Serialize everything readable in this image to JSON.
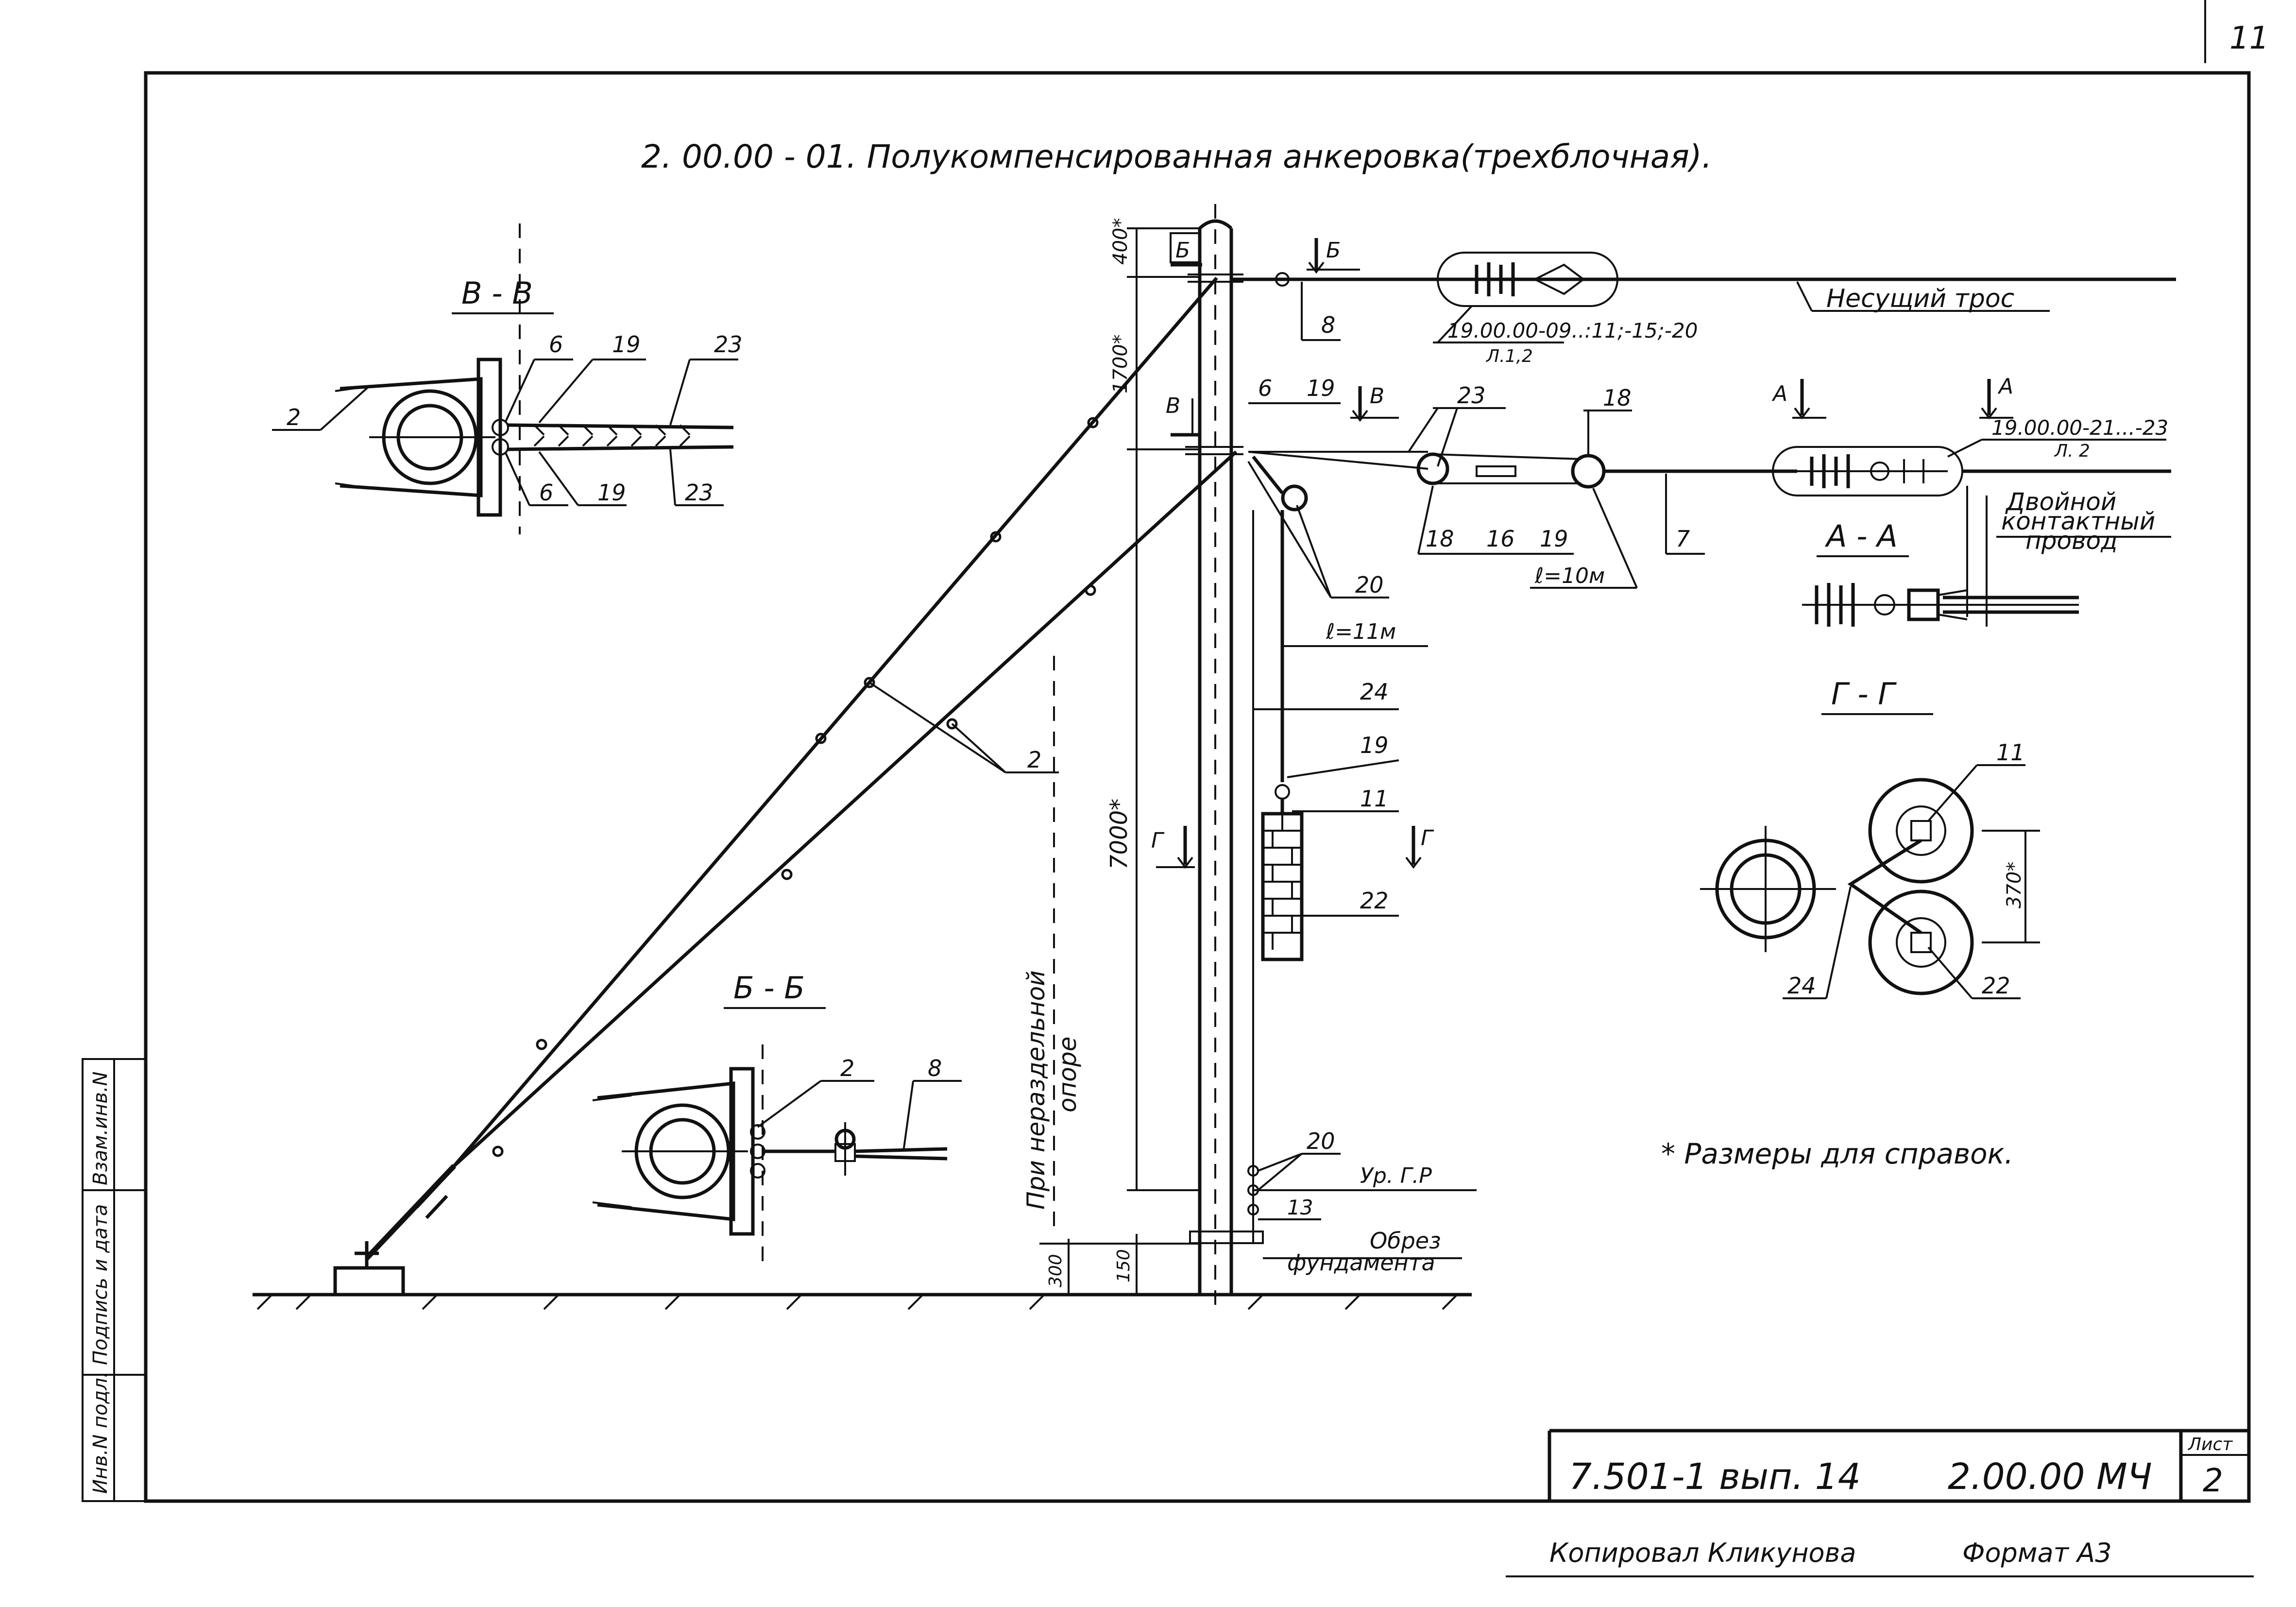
{
  "drawing": {
    "title": "2. 00.00 - 01. Полукомпенсированная анкеровка(трехблочная).",
    "page_corner_number": "11",
    "sections": {
      "vv": "В - В",
      "bb": "Б - Б",
      "aa": "А - А",
      "gg": "Г - Г"
    },
    "cut_marks": {
      "b": "Б",
      "v": "В",
      "a": "А",
      "g": "Г"
    },
    "callouts": {
      "c2": "2",
      "c6": "6",
      "c7": "7",
      "c8": "8",
      "c11": "11",
      "c13": "13",
      "c18": "18",
      "c19": "19",
      "c20": "20",
      "c22": "22",
      "c23": "23",
      "c24": "24"
    },
    "labels": {
      "carrier_cable": "Несущий трос",
      "contact_wire_line1": "Двойной",
      "contact_wire_line2": "контактный",
      "contact_wire_line3": "провод",
      "ref_insulator_upper": "19.00.00-09..:11;-15;-20",
      "ref_insulator_upper_sheet": "Л.1,2",
      "ref_insulator_lower": "19.00.00-21...-23",
      "ref_insulator_lower_sheet": "Л. 2",
      "len_10": "ℓ=10м",
      "len_11": "ℓ=11м",
      "ground_level": "Ур. Г.Р",
      "foundation_cut_1": "Обрез",
      "foundation_cut_2": "фундамента",
      "side_note_1": "При нераздельной",
      "side_note_2": "опоре",
      "ref_note": "* Размеры для справок."
    },
    "dimensions": {
      "d400": "400*",
      "d1700": "1700*",
      "d7000": "7000*",
      "d370": "370*",
      "d300": "300",
      "d150": "150"
    },
    "left_strip": {
      "f1": "Инв.N подл.",
      "f2": "Подпись и дата",
      "f3": "Взам.инв.N"
    },
    "title_block": {
      "code": "7.501-1  вып. 14",
      "designation": "2.00.00 МЧ",
      "sheet_label": "Лист",
      "sheet_number": "2"
    },
    "footer": {
      "copied_by": "Копировал Кликунова",
      "format": "Формат А3"
    }
  }
}
